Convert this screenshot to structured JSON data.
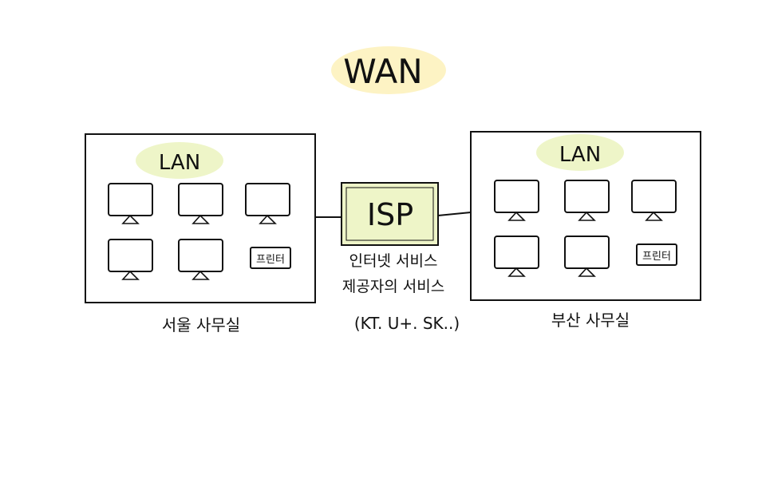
{
  "title": "WAN",
  "highlight_colors": {
    "title": "#fdf3c4",
    "lan": "#eef5c8"
  },
  "ink_color": "#111111",
  "left_office": {
    "lan_label": "LAN",
    "caption": "서울 사무실",
    "devices": [
      "monitor",
      "monitor",
      "monitor",
      "monitor",
      "monitor",
      "printer"
    ],
    "printer_label": "프린터"
  },
  "isp": {
    "label": "ISP",
    "description_line1": "인터넷 서비스",
    "description_line2": "제공자의 서비스",
    "examples": "(KT. U+. SK..)"
  },
  "right_office": {
    "lan_label": "LAN",
    "caption": "부산 사무실",
    "devices": [
      "monitor",
      "monitor",
      "monitor",
      "monitor",
      "monitor",
      "printer"
    ],
    "printer_label": "프린터"
  }
}
